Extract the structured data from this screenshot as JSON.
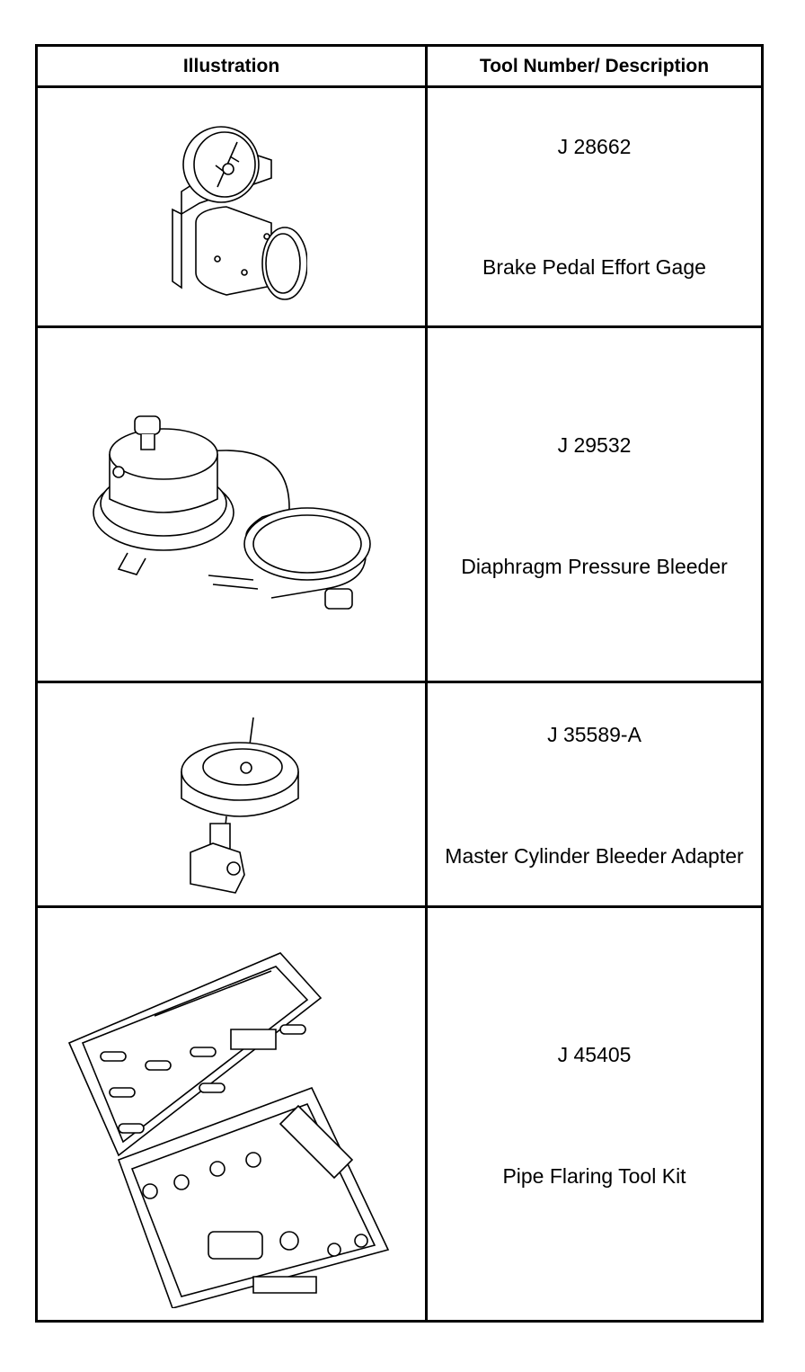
{
  "table": {
    "headers": {
      "illustration": "Illustration",
      "description": "Tool Number/ Description"
    },
    "rows": [
      {
        "tool_number": "J 28662",
        "description": "Brake Pedal Effort Gage",
        "illustration_icon": "brake-pedal-effort-gage-icon"
      },
      {
        "tool_number": "J 29532",
        "description": "Diaphragm Pressure Bleeder",
        "illustration_icon": "diaphragm-pressure-bleeder-icon"
      },
      {
        "tool_number": "J 35589-A",
        "description": "Master Cylinder Bleeder Adapter",
        "illustration_icon": "bleeder-adapter-icon"
      },
      {
        "tool_number": "J 45405",
        "description": "Pipe Flaring Tool Kit",
        "illustration_icon": "pipe-flaring-kit-icon"
      }
    ]
  }
}
